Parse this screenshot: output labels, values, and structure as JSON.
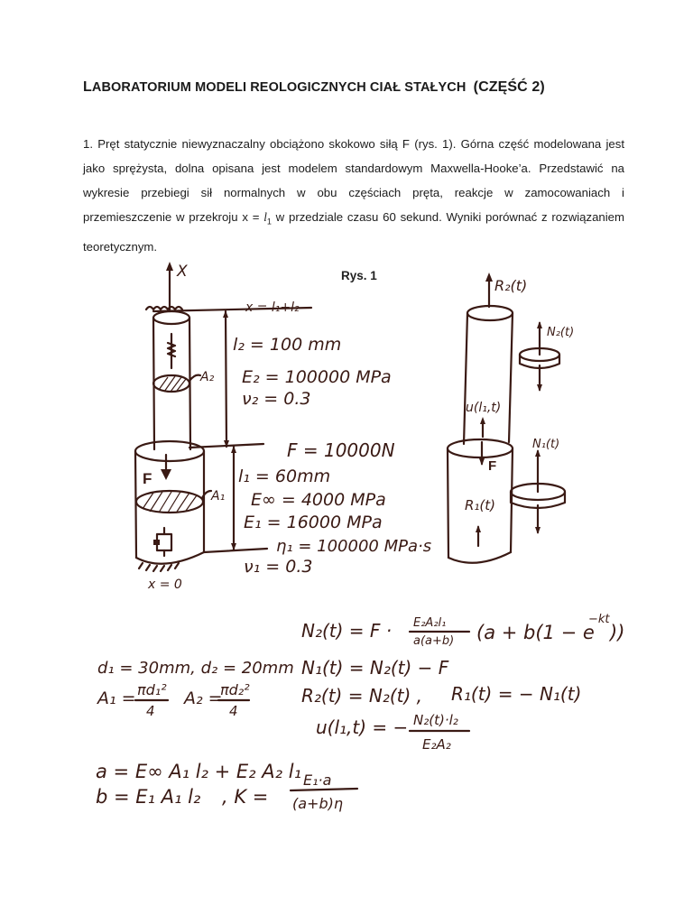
{
  "document": {
    "title_first_letter": "L",
    "title_rest": "ABORATORIUM MODELI REOLOGICZNYCH CIAŁ STAŁYCH",
    "title_part_open": "(CZĘŚĆ ",
    "title_part_num": "2",
    "title_part_close": ")",
    "task_text_before": "1. Pręt statycznie niewyznaczalny obciążono skokowo siłą F (rys. 1). Górna część modelowana jest jako sprężysta, dolna opisana jest modelem standardowym Maxwella-Hooke’a. Przedstawić na wykresie przebiegi sił normalnych w obu częściach pręta, reakcje w zamocowaniach i przemieszczenie w przekroju x = ",
    "task_text_var": "l",
    "task_text_sub": "1",
    "task_text_after": " w przedziale czasu 60 sekund. Wyniki porównać z rozwiązaniem teoretycznym.",
    "figure_caption": "Rys. 1"
  },
  "figure_left": {
    "axis_label": "X",
    "top_label": "x = l₁+l₂",
    "bottom_label": "x = 0",
    "area_upper": "A₂",
    "area_lower": "A₁",
    "force_label": "F",
    "upper_params": [
      "l₂ = 100 mm",
      "E₂ = 100000 MPa",
      "ν₂ = 0.3"
    ],
    "force_value": "F = 10000N",
    "lower_params": [
      "l₁ = 60mm",
      "E∞ = 4000 MPa",
      "E₁ = 16000 MPa",
      "η₁ = 100000 MPa·s",
      "ν₁ = 0.3"
    ]
  },
  "figure_right": {
    "reaction_top": "R₂(t)",
    "normal_upper": "N₂(t)",
    "displacement": "u(l₁,t)",
    "force": "F",
    "normal_lower": "N₁(t)",
    "reaction_bottom": "R₁(t)"
  },
  "formulas": {
    "diameters": "d₁ = 30mm,  d₂ = 20mm",
    "area1_lhs": "A₁ =",
    "area1_num": "πd₁²",
    "area1_den": "4",
    "area2_lhs": "A₂ =",
    "area2_num": "πd₂²",
    "area2_den": "4",
    "n2_lhs": "N₂(t) =  F ·",
    "n2_frac_num": "E₂A₂l₁",
    "n2_frac_den": "a(a+b)",
    "n2_rhs": "(a +  b(1 − e",
    "n2_exp": "−kt",
    "n2_close": "))",
    "n1": "N₁(t) = N₂(t) − F",
    "r2": "R₂(t) = N₂(t)  ,",
    "r1": "R₁(t) = − N₁(t)",
    "u_lhs": "u(l₁,t) = −",
    "u_num": "N₂(t)·l₂",
    "u_den": "E₂A₂",
    "a_def": "a = E∞ A₁ l₂ + E₂ A₂ l₁",
    "b_def": "b = E₁ A₁ l₂",
    "k_lhs": ",  K =",
    "k_num": "E₁·a",
    "k_den": "(a+b)η"
  }
}
